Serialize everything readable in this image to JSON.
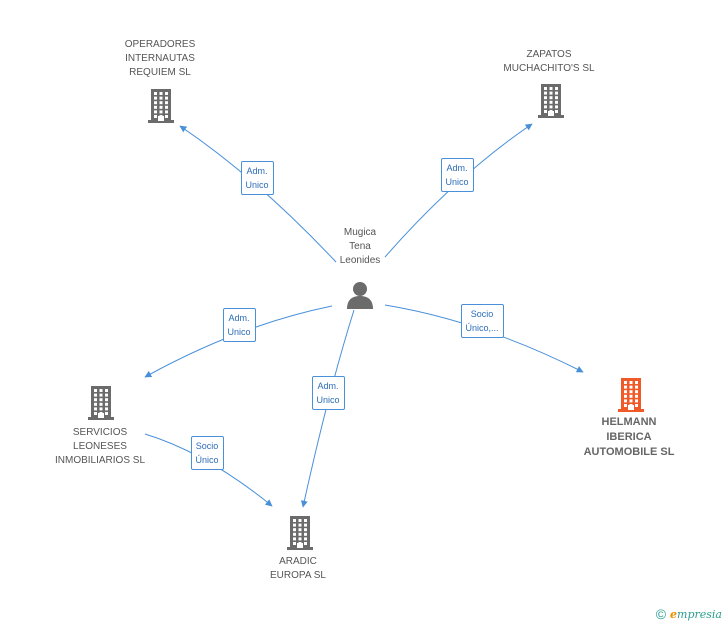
{
  "person": {
    "name": "Mugica\nTena\nLeonides",
    "icon": "person-icon"
  },
  "companies": [
    {
      "id": "operadores",
      "name": "OPERADORES\nINTERNAUTAS\nREQUIEM SL",
      "icon": "building-icon",
      "color": "#6b6b6b",
      "primary": false
    },
    {
      "id": "zapatos",
      "name": "ZAPATOS\nMUCHACHITO'S SL",
      "icon": "building-icon",
      "color": "#6b6b6b",
      "primary": false
    },
    {
      "id": "servicios",
      "name": "SERVICIOS\nLEONESES\nINMOBILIARIOS SL",
      "icon": "building-icon",
      "color": "#6b6b6b",
      "primary": false
    },
    {
      "id": "aradic",
      "name": "ARADIC\nEUROPA SL",
      "icon": "building-icon",
      "color": "#6b6b6b",
      "primary": false
    },
    {
      "id": "helmann",
      "name": "HELMANN\nIBERICA\nAUTOMOBILE SL",
      "icon": "building-icon",
      "color": "#f05a28",
      "primary": true
    }
  ],
  "edges": [
    {
      "from": "person",
      "to": "operadores",
      "label": "Adm.\nUnico"
    },
    {
      "from": "person",
      "to": "zapatos",
      "label": "Adm.\nUnico"
    },
    {
      "from": "person",
      "to": "servicios",
      "label": "Adm.\nUnico"
    },
    {
      "from": "person",
      "to": "aradic",
      "label": "Adm.\nUnico"
    },
    {
      "from": "person",
      "to": "helmann",
      "label": "Socio\nÚnico,..."
    },
    {
      "from": "servicios",
      "to": "aradic",
      "label": "Socio\nÚnico"
    }
  ],
  "colors": {
    "edge": "#4a90d9",
    "node_gray": "#6b6b6b",
    "node_accent": "#f05a28"
  },
  "footer": {
    "copyright_symbol": "©",
    "brand_first": "e",
    "brand_rest": "mpresia"
  }
}
